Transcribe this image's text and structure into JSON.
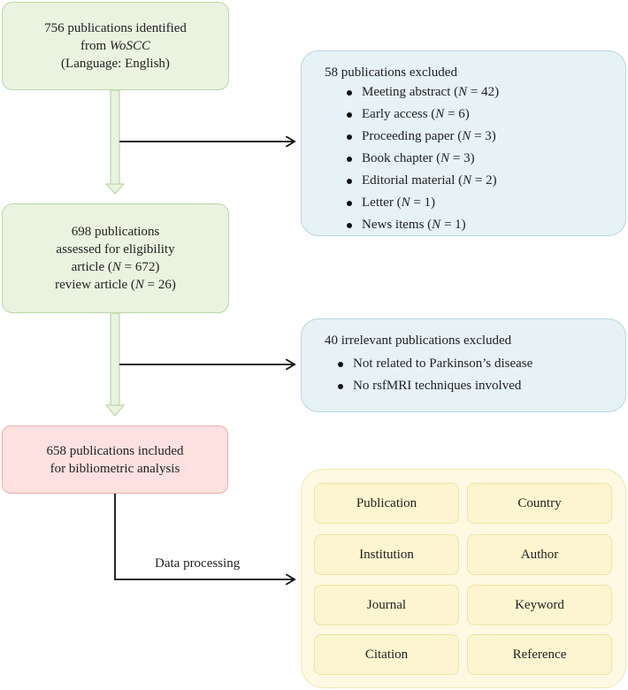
{
  "box1": {
    "line1": "756 publications identified",
    "line2_prefix": "from ",
    "line2_italic": "WoSCC",
    "line3": "(Language: English)"
  },
  "excluded1": {
    "title": "58 publications excluded",
    "items": [
      {
        "label": "Meeting abstract",
        "n": "42"
      },
      {
        "label": "Early access",
        "n": "6"
      },
      {
        "label": "Proceeding paper",
        "n": "3"
      },
      {
        "label": "Book chapter",
        "n": "3"
      },
      {
        "label": "Editorial material",
        "n": "2"
      },
      {
        "label": "Letter",
        "n": "1"
      },
      {
        "label": "News items",
        "n": "1"
      }
    ]
  },
  "box2": {
    "line1": "698 publications",
    "line2": "assessed for eligibility",
    "line3_prefix": "article (",
    "line3_n": "672",
    "line4_prefix": "review article (",
    "line4_n": "26"
  },
  "excluded2": {
    "title": "40 irrelevant publications excluded",
    "items": [
      "Not related to Parkinson’s disease",
      "No rsfMRI techniques involved"
    ]
  },
  "box3": {
    "line1": "658 publications included",
    "line2": "for bibliometric analysis"
  },
  "arrow_label": "Data processing",
  "analysis": [
    [
      "Publication",
      "Country"
    ],
    [
      "Institution",
      "Author"
    ],
    [
      "Journal",
      "Keyword"
    ],
    [
      "Citation",
      "Reference"
    ]
  ]
}
